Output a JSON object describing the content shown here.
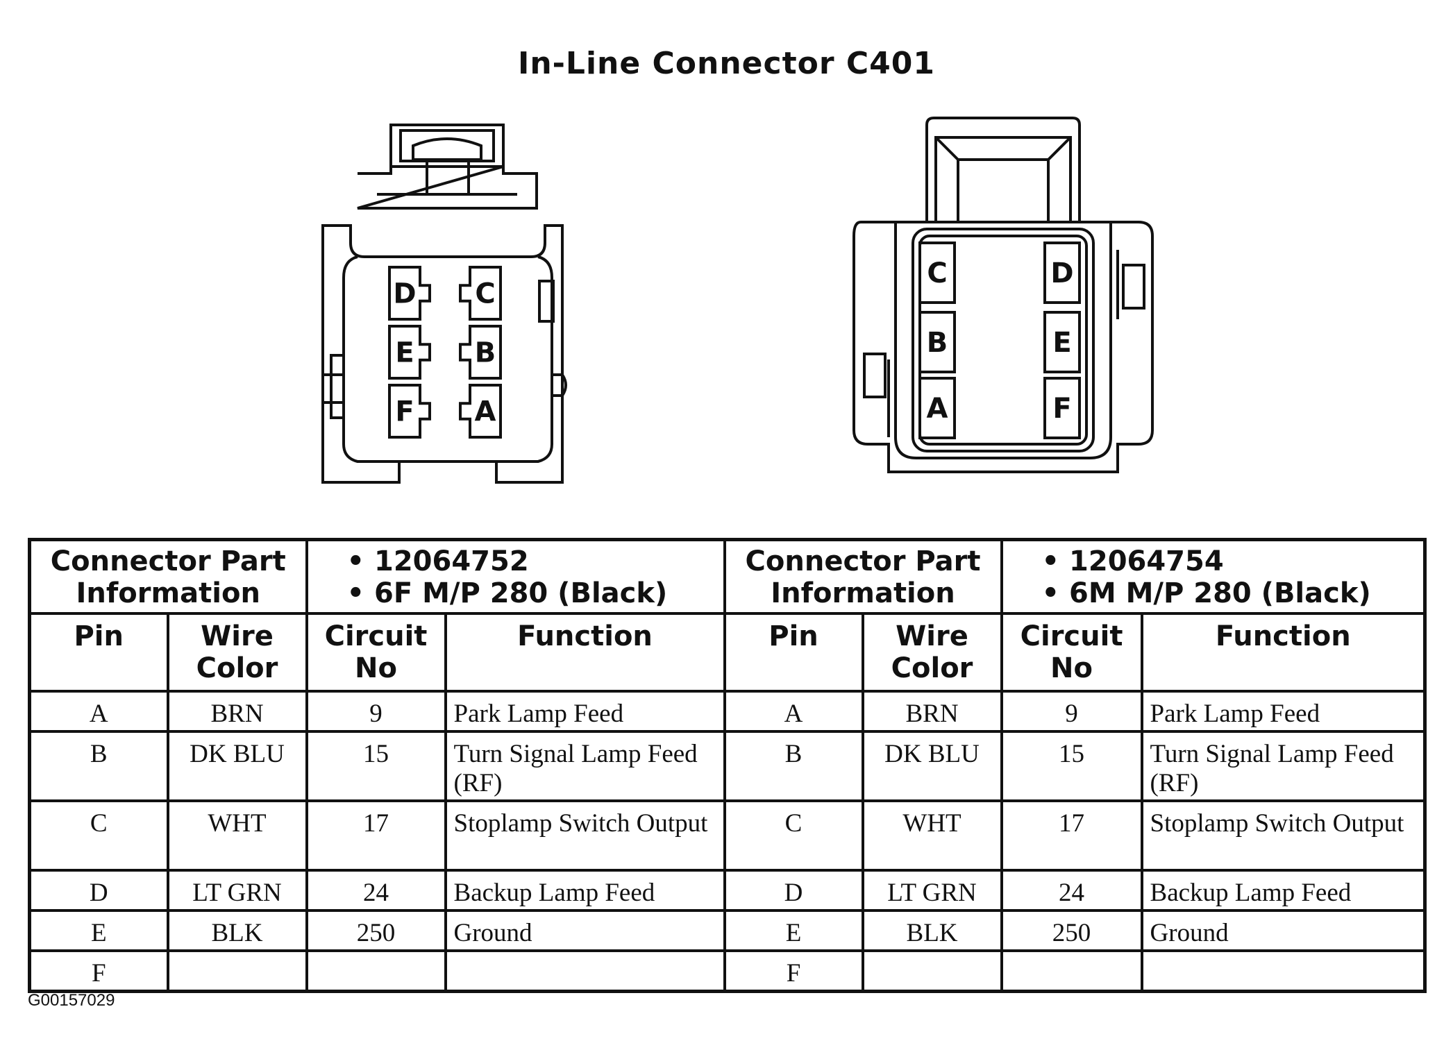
{
  "title": "In-Line Connector C401",
  "figure_id": "G00157029",
  "connectors": [
    {
      "info_label": "Connector Part Information",
      "part_lines": [
        "• 12064752",
        "• 6F M/P 280 (Black)"
      ],
      "face_pins": {
        "left_column": [
          "D",
          "E",
          "F"
        ],
        "right_column": [
          "C",
          "B",
          "A"
        ]
      }
    },
    {
      "info_label": "Connector Part Information",
      "part_lines": [
        "• 12064754",
        "• 6M M/P 280 (Black)"
      ],
      "face_pins": {
        "left_column": [
          "C",
          "B",
          "A"
        ],
        "right_column": [
          "D",
          "E",
          "F"
        ]
      }
    }
  ],
  "columns": {
    "pin": "Pin",
    "wire_color": "Wire Color",
    "circuit_no": "Circuit No",
    "function": "Function"
  },
  "rows": [
    {
      "pin": "A",
      "wire": "BRN",
      "circuit": "9",
      "function": "Park Lamp Feed"
    },
    {
      "pin": "B",
      "wire": "DK BLU",
      "circuit": "15",
      "function": "Turn Signal Lamp Feed (RF)"
    },
    {
      "pin": "C",
      "wire": "WHT",
      "circuit": "17",
      "function": "Stoplamp Switch Output"
    },
    {
      "pin": "D",
      "wire": "LT GRN",
      "circuit": "24",
      "function": "Backup Lamp Feed"
    },
    {
      "pin": "E",
      "wire": "BLK",
      "circuit": "250",
      "function": "Ground"
    },
    {
      "pin": "F",
      "wire": "",
      "circuit": "",
      "function": ""
    }
  ]
}
